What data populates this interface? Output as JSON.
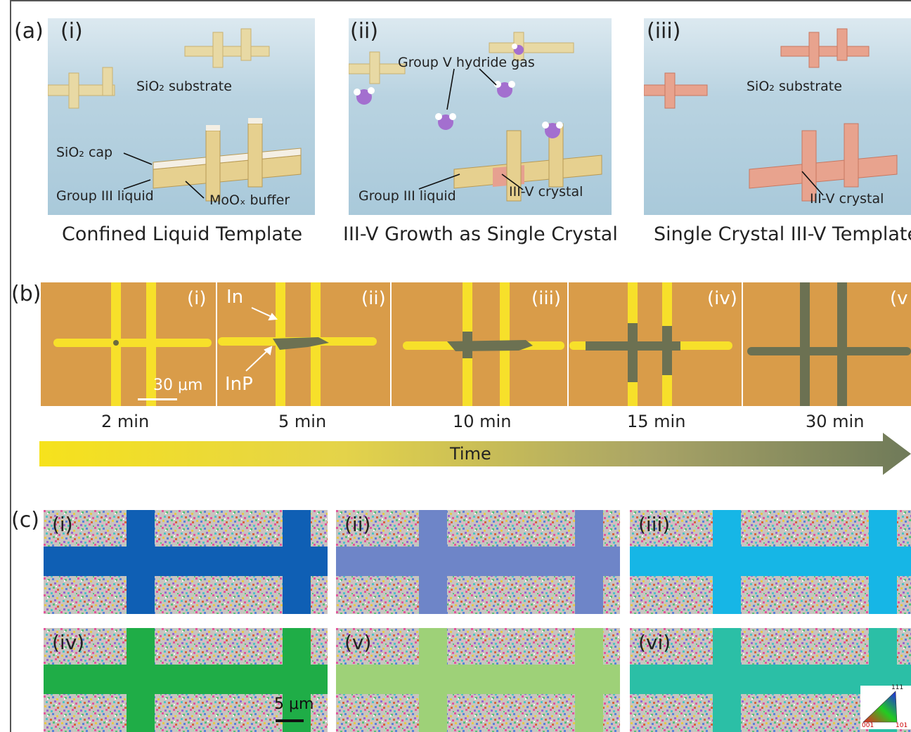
{
  "panel_a": {
    "label": "(a)",
    "sub": [
      {
        "roman": "(i)",
        "caption": "Confined Liquid Template",
        "labels": {
          "substrate": "SiO₂ substrate",
          "cap": "SiO₂ cap",
          "liquid": "Group III liquid",
          "buffer": "MoOₓ buffer"
        }
      },
      {
        "roman": "(ii)",
        "caption": "III-V Growth as Single Crystal",
        "labels": {
          "gas": "Group V hydride gas",
          "liquid": "Group III liquid",
          "crystal": "III-V crystal"
        }
      },
      {
        "roman": "(iii)",
        "caption": "Single Crystal III-V Template",
        "labels": {
          "substrate": "SiO₂ substrate",
          "crystal": "III-V crystal"
        }
      }
    ]
  },
  "panel_b": {
    "label": "(b)",
    "frames": [
      {
        "roman": "(i)",
        "time": "2 min"
      },
      {
        "roman": "(ii)",
        "time": "5 min"
      },
      {
        "roman": "(iii)",
        "time": "10 min"
      },
      {
        "roman": "(iv)",
        "time": "15 min"
      },
      {
        "roman": "(v",
        "time": "30 min"
      }
    ],
    "in_label": "In",
    "inp_label": "InP",
    "scale_bar": "30 μm",
    "arrow_label": "Time"
  },
  "panel_c": {
    "label": "(c)",
    "tiles": [
      {
        "roman": "(i)",
        "color": "#0f5fb4"
      },
      {
        "roman": "(ii)",
        "color": "#6e85c8"
      },
      {
        "roman": "(iii)",
        "color": "#16b6e6"
      },
      {
        "roman": "(iv)",
        "color": "#1fad47"
      },
      {
        "roman": "(v)",
        "color": "#9ed178"
      },
      {
        "roman": "(vi)",
        "color": "#2bbfa6"
      }
    ],
    "scale_bar": "5 μm",
    "legend": {
      "top": "111",
      "left": "001",
      "right": "101"
    }
  }
}
